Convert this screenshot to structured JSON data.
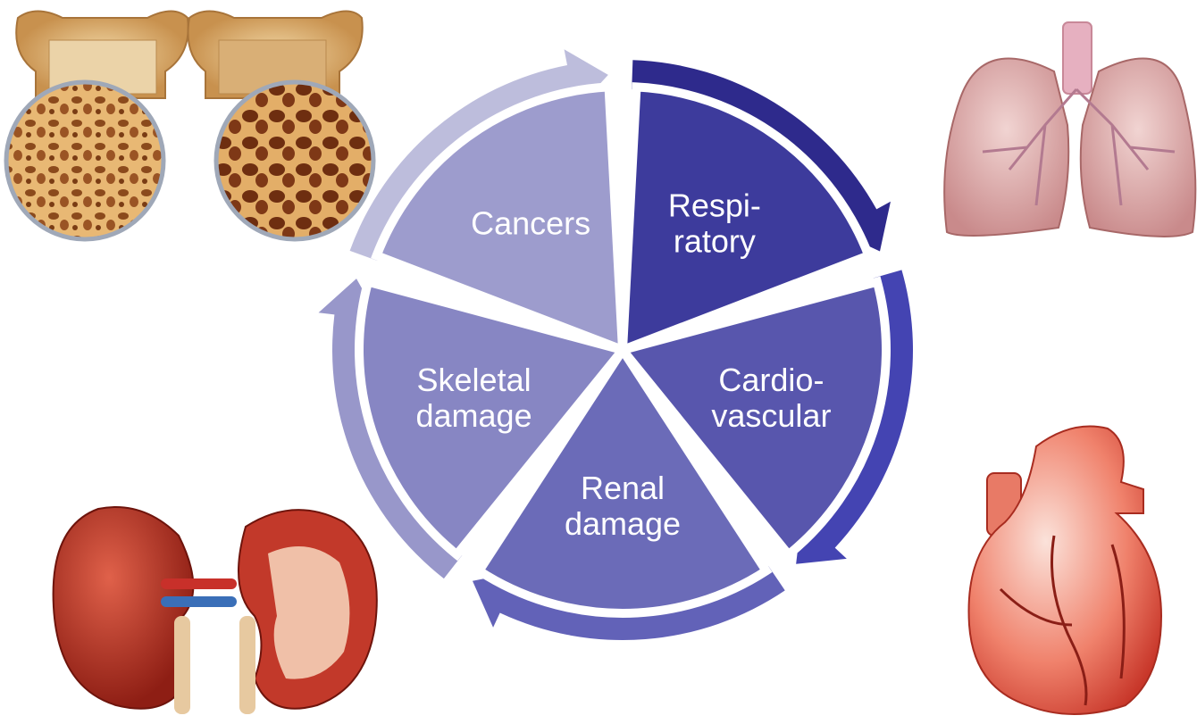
{
  "diagram": {
    "segments": [
      {
        "key": "respiratory",
        "lines": [
          "Respi-",
          "ratory"
        ],
        "color": "#3D3B9C",
        "arrow_color": "#2E2A8C"
      },
      {
        "key": "cardiovascular",
        "lines": [
          "Cardio-",
          "vascular"
        ],
        "color": "#5856AD",
        "arrow_color": "#4444B2"
      },
      {
        "key": "renal-damage",
        "lines": [
          "Renal",
          "damage"
        ],
        "color": "#6B6BB8",
        "arrow_color": "#6262B8"
      },
      {
        "key": "skeletal-damage",
        "lines": [
          "Skeletal",
          "damage"
        ],
        "color": "#8786C3",
        "arrow_color": "#9897CA"
      },
      {
        "key": "cancers",
        "lines": [
          "Cancers"
        ],
        "color": "#9D9CCD",
        "arrow_color": "#BDBDDC"
      }
    ]
  },
  "illustrations": {
    "bones": "vertebrae-bone-density-illustration",
    "lungs": "lungs-illustration",
    "kidneys": "kidneys-illustration",
    "heart": "heart-illustration"
  }
}
